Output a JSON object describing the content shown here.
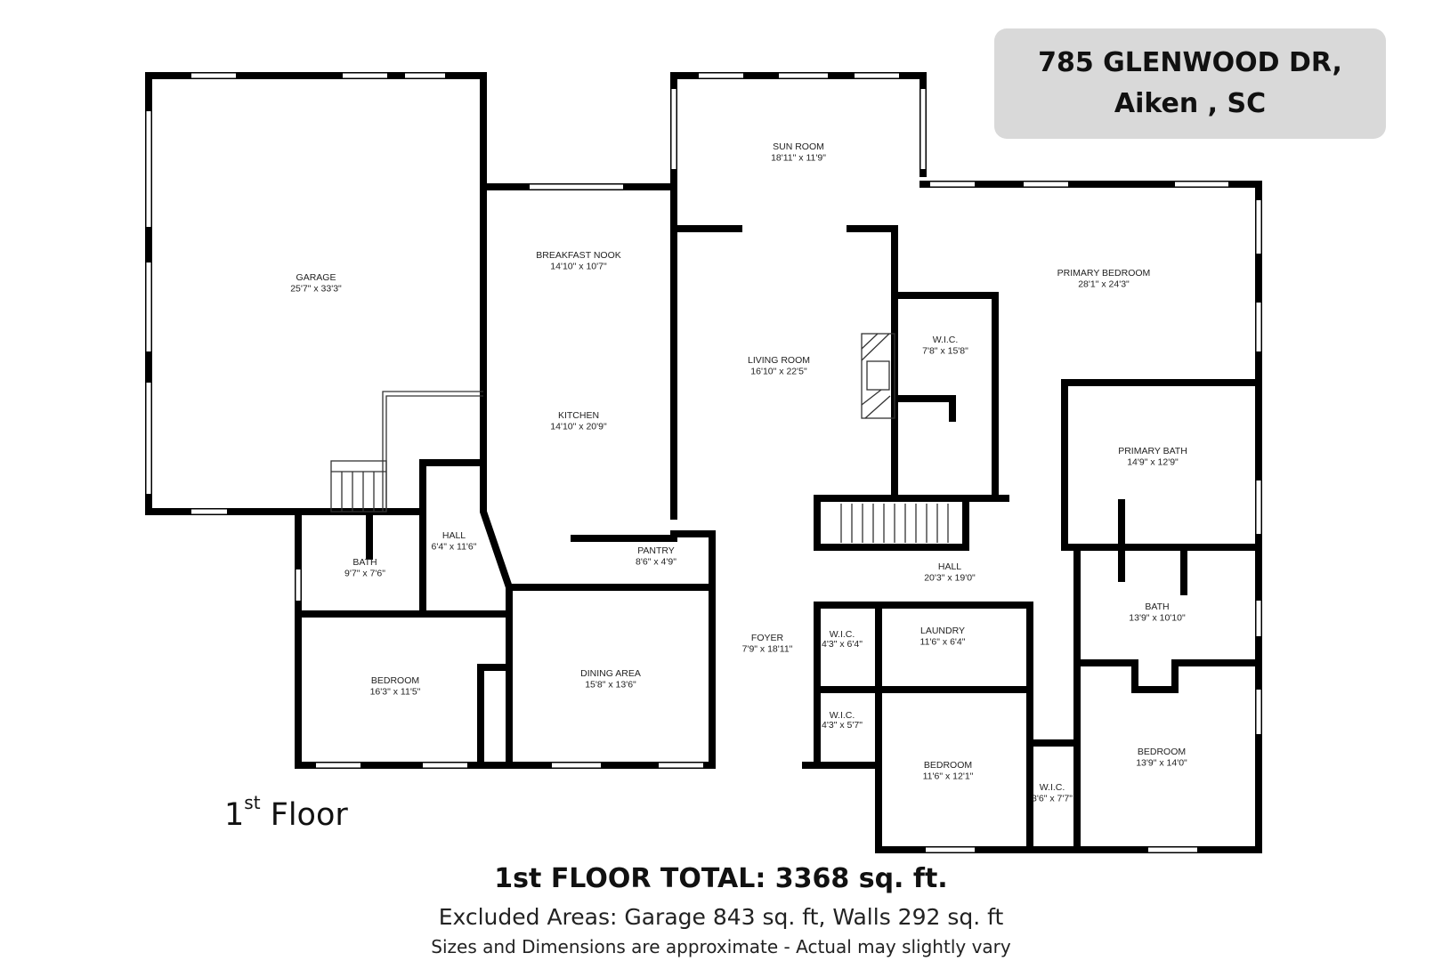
{
  "address": {
    "line1": "785 GLENWOOD DR,",
    "line2": "Aiken , SC"
  },
  "floor": {
    "prefix": "1",
    "suffix": "st",
    "word": "Floor"
  },
  "total": "1st FLOOR TOTAL:  3368 sq. ft.",
  "excluded": "Excluded Areas: Garage 843 sq. ft, Walls 292 sq. ft",
  "note": "Sizes and Dimensions are approximate - Actual may slightly vary",
  "rooms": [
    {
      "id": "garage",
      "name": "GARAGE",
      "dims": "25'7\" x 33'3\""
    },
    {
      "id": "breakfast-nook",
      "name": "BREAKFAST NOOK",
      "dims": "14'10\" x 10'7\""
    },
    {
      "id": "kitchen",
      "name": "KITCHEN",
      "dims": "14'10\" x 20'9\""
    },
    {
      "id": "sun-room",
      "name": "SUN ROOM",
      "dims": "18'11\" x 11'9\""
    },
    {
      "id": "living-room",
      "name": "LIVING ROOM",
      "dims": "16'10\" x 22'5\""
    },
    {
      "id": "primary-bedroom",
      "name": "PRIMARY BEDROOM",
      "dims": "28'1\" x 24'3\""
    },
    {
      "id": "wic-primary",
      "name": "W.I.C.",
      "dims": "7'8\" x 15'8\""
    },
    {
      "id": "primary-bath",
      "name": "PRIMARY BATH",
      "dims": "14'9\" x 12'9\""
    },
    {
      "id": "hall-west",
      "name": "HALL",
      "dims": "6'4\" x 11'6\""
    },
    {
      "id": "bath-west",
      "name": "BATH",
      "dims": "9'7\" x 7'6\""
    },
    {
      "id": "pantry",
      "name": "PANTRY",
      "dims": "8'6\" x 4'9\""
    },
    {
      "id": "hall-east",
      "name": "HALL",
      "dims": "20'3\" x 19'0\""
    },
    {
      "id": "bath-east",
      "name": "BATH",
      "dims": "13'9\" x 10'10\""
    },
    {
      "id": "foyer",
      "name": "FOYER",
      "dims": "7'9\" x 18'11\""
    },
    {
      "id": "wic-foyer",
      "name": "W.I.C.",
      "dims": "4'3\" x 6'4\""
    },
    {
      "id": "laundry",
      "name": "LAUNDRY",
      "dims": "11'6\" x 6'4\""
    },
    {
      "id": "bedroom-west",
      "name": "BEDROOM",
      "dims": "16'3\" x 11'5\""
    },
    {
      "id": "dining-area",
      "name": "DINING AREA",
      "dims": "15'8\" x 13'6\""
    },
    {
      "id": "wic-small",
      "name": "W.I.C.",
      "dims": "4'3\" x 5'7\""
    },
    {
      "id": "bedroom-middle",
      "name": "BEDROOM",
      "dims": "11'6\" x 12'1\""
    },
    {
      "id": "wic-bedroom",
      "name": "W.I.C.",
      "dims": "3'6\" x 7'7\""
    },
    {
      "id": "bedroom-east",
      "name": "BEDROOM",
      "dims": "13'9\" x 14'0\""
    }
  ]
}
